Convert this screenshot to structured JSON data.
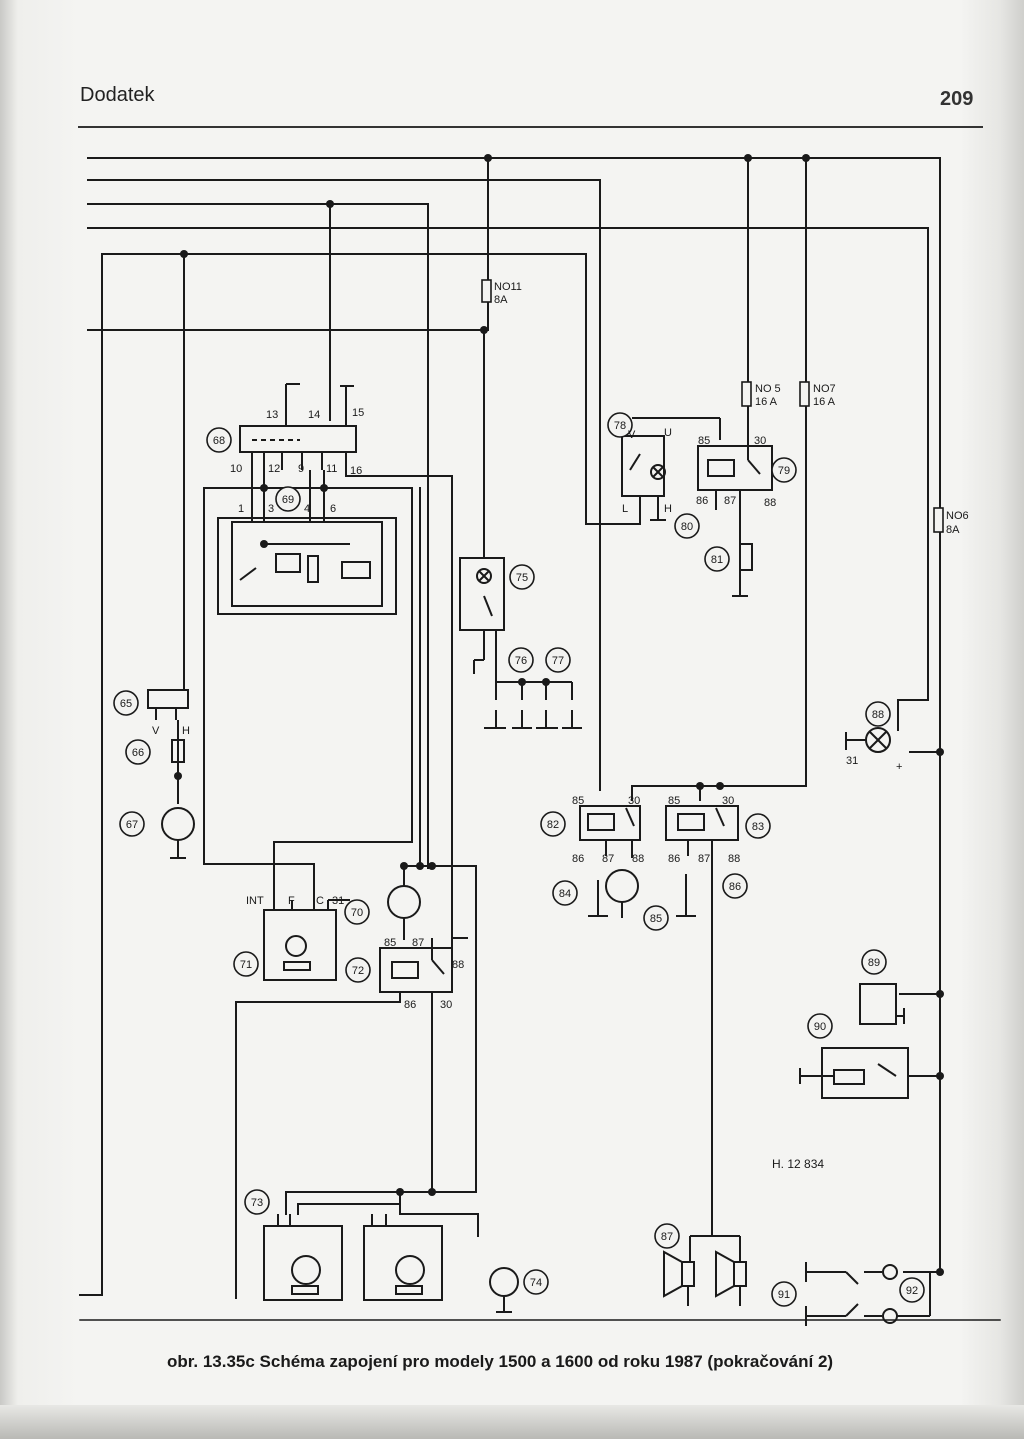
{
  "header": {
    "title": "Dodatek",
    "page_number": "209"
  },
  "diagram": {
    "drawing_number": "H. 12 834",
    "fuses": [
      {
        "id": "NO11",
        "rating": "8A"
      },
      {
        "id": "NO 5",
        "rating": "16 A"
      },
      {
        "id": "NO7",
        "rating": "16 A"
      },
      {
        "id": "NO6",
        "rating": "8A"
      }
    ],
    "components": [
      "65",
      "66",
      "67",
      "68",
      "69",
      "70",
      "71",
      "72",
      "73",
      "74",
      "75",
      "76",
      "77",
      "78",
      "79",
      "80",
      "81",
      "82",
      "83",
      "84",
      "85",
      "86",
      "87",
      "88",
      "89",
      "90",
      "91",
      "92"
    ],
    "terminal_labels": {
      "switch_68": [
        "13",
        "14",
        "15",
        "10",
        "12",
        "9",
        "11",
        "16"
      ],
      "relay_69": [
        "1",
        "3",
        "4",
        "6"
      ],
      "switch_65": [
        "V",
        "H"
      ],
      "switch_78": [
        "V",
        "U",
        "L",
        "H"
      ],
      "relay_79": [
        "85",
        "30",
        "86",
        "87",
        "88"
      ],
      "relay_82": [
        "85",
        "30",
        "86",
        "87",
        "88"
      ],
      "relay_83": [
        "85",
        "30",
        "86",
        "87",
        "88"
      ],
      "module_71": [
        "INT",
        "F",
        "C",
        "31"
      ],
      "relay_72": [
        "85",
        "87",
        "88",
        "86",
        "30"
      ],
      "lamp_88": [
        "31",
        "+"
      ]
    }
  },
  "caption": "obr. 13.35c Schéma zapojení pro modely 1500 a 1600 od roku 1987 (pokračování 2)"
}
